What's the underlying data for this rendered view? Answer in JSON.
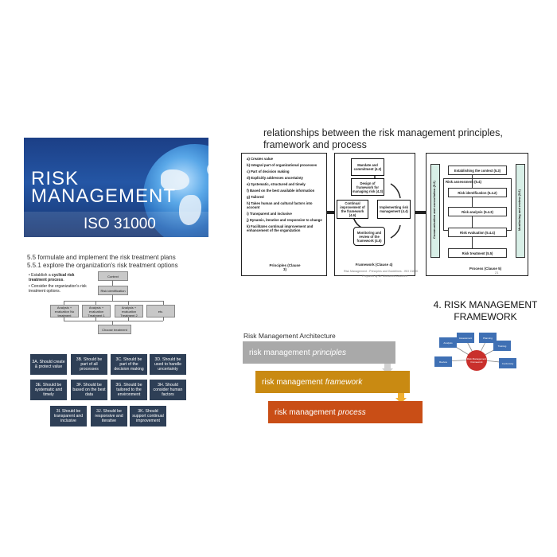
{
  "banner": {
    "line1": "RISK",
    "line2": "MANAGEMENT",
    "line3": "ISO 31000"
  },
  "treatment": {
    "heading1": "5.5 formulate and implement the risk treatment plans",
    "heading2": "5.5.1 explore the organization's risk treatment options",
    "bullet1_pre": "Establish a ",
    "bullet1_bold": "cyclical risk treatment process",
    "bullet1_post": ".",
    "bullet2": "Consider the organization's risk treatment options.",
    "flow": {
      "context": "Context",
      "identification": "Risk identification",
      "t1": "Analysis + evaluation No treatment",
      "t2": "Analysis + evaluation Treatment 1",
      "t3": "Analysis + evaluation Treatment 2",
      "t4": "etc.",
      "choose": "Choose treatment"
    }
  },
  "principles_grid": [
    "3A. Should create & protect value",
    "3B. Should be part of all processes",
    "3C. Should be part of the decision making",
    "3D. Should be used to handle uncertainty",
    "3E. Should be systematic and timely",
    "3F. Should be based on the best data",
    "3G. Should be tailored to the environment",
    "3H. Should consider human factors",
    "3I. Should be transparent and inclusive",
    "3J. Should be responsive and iterative",
    "3K. Should support continual improvement"
  ],
  "relationships": {
    "title": "relationships between the risk management principles, framework and process",
    "principles": [
      "a) Creates value",
      "b) Integral part of organizational processes",
      "c) Part of decision making",
      "d) Explicitly addresses uncertainty",
      "e) Systematic, structured and timely",
      "f) Based on the best available information",
      "g) Tailored",
      "h) Takes human and cultural factors into account",
      "i) Transparent and inclusive",
      "j) Dynamic, iterative and responsive to change",
      "k) Facilitates continual improvement and enhancement of the organization"
    ],
    "principles_label": "Principles (Clause 3)",
    "framework": {
      "mandate": "Mandate and commitment (4.2)",
      "design": "Design of framework for managing risk (4.3)",
      "continual": "Continual improvement of the framework (4.6)",
      "implementing": "Implementing risk management (4.4)",
      "monitoring": "Monitoring and review of the framework (4.5)",
      "label": "Framework (Clause 4)"
    },
    "process": {
      "context": "Establishing the context (5.3)",
      "assessment": "Risk assessment (5.4)",
      "identification": "Risk identification (5.4.2)",
      "analysis": "Risk analysis (5.4.3)",
      "evaluation": "Risk evaluation (5.4.4)",
      "treatment": "Risk treatment (5.5)",
      "label": "Process (Clause 5)",
      "comm": "Communication and consultation (5.2)",
      "monitor": "Monitoring and review (5.6)"
    },
    "footer1": "Risk Management - Principles and Guidelines - ISO 31000",
    "footer2": "Prepared by Dr. Mohamed Lasheen",
    "page": "21"
  },
  "architecture": {
    "title": "Risk Management Architecture",
    "bar1_pre": "risk management ",
    "bar1_em": "principles",
    "bar2_pre": "risk management ",
    "bar2_em": "framework",
    "bar3_pre": "risk management ",
    "bar3_em": "process",
    "colors": {
      "bar1": "#a9a9a9",
      "bar2": "#c98a12",
      "bar3": "#c94e16",
      "arrow1": "#d0d0d0",
      "arrow2": "#f0b030"
    }
  },
  "framework_diagram": {
    "title1": "4. RISK MANAGEMENT",
    "title2": "FRAMEWORK",
    "center": "Risk Management Framework",
    "nodes": [
      "Assessment",
      "Planning",
      "Training",
      "Conformity",
      "Review",
      "Analysis"
    ]
  }
}
